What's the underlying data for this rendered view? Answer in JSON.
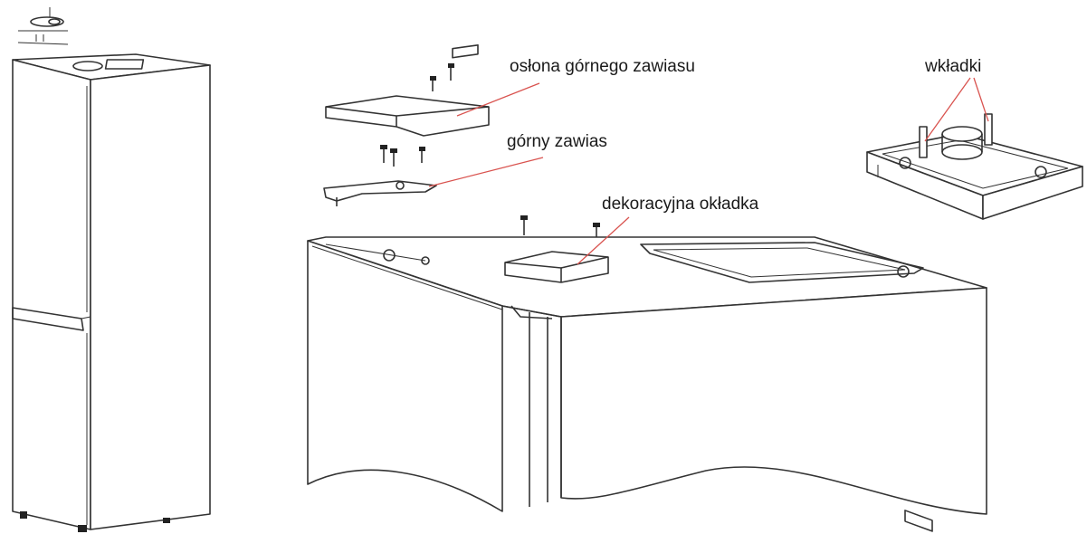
{
  "labels": {
    "top_hinge_cover": "osłona górnego zawiasu",
    "top_hinge": "górny zawias",
    "decorative_cover": "dekoracyjna okładka",
    "inserts": "wkładki"
  },
  "colors": {
    "line": "#333333",
    "leader": "#d9534f",
    "background": "#ffffff"
  }
}
